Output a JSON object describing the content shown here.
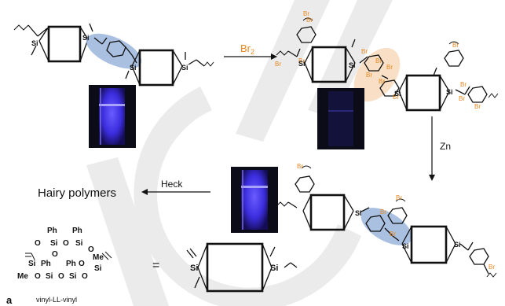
{
  "labels": {
    "si": "Si",
    "br": "Br",
    "me": "Me",
    "ph": "Ph",
    "o": "O",
    "eq": "=",
    "reagent_br2": "Br",
    "reagent_br2_sub": "2",
    "reagent_zn": "Zn",
    "reagent_heck": "Heck",
    "product": "Hairy polymers",
    "compound": "vinyl-LL-vinyl",
    "panel": "a"
  },
  "colors": {
    "bond": "#111111",
    "bromine": "#e8871e",
    "highlight_blue": "#9bb5dc",
    "highlight_orange": "#f4c99e",
    "cuvette_glow": "#4a3cff",
    "cuvette_dark": "#0c0c18",
    "watermark": "#e6e6e6"
  },
  "cuvettes": [
    {
      "state": "fluorescent"
    },
    {
      "state": "quenched"
    },
    {
      "state": "fluorescent"
    }
  ]
}
